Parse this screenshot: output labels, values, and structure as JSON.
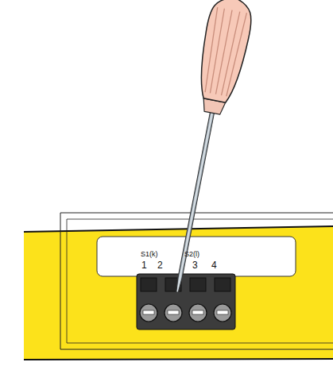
{
  "diagram": {
    "labels": [
      "S1(k)",
      "1",
      "2",
      "S2(l)",
      "3",
      "4"
    ]
  }
}
